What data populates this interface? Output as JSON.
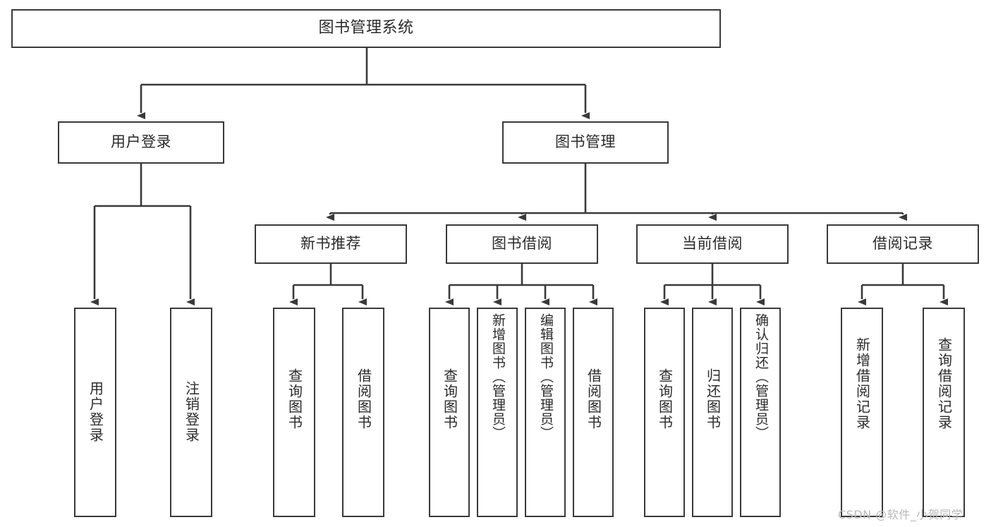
{
  "diagram": {
    "type": "tree",
    "title": "图书管理系统",
    "orientation": "top-down",
    "watermark": "CSDN @软件_小贺同学",
    "colors": {
      "box_border": "#3a3a3a",
      "box_fill": "#ffffff",
      "edge": "#3a3a3a",
      "text": "#2b2b2b",
      "watermark": "#b9b9b9",
      "background": "#ffffff"
    },
    "levels": {
      "root": [
        "图书管理系统"
      ],
      "level2": [
        "用户登录",
        "图书管理"
      ],
      "level3": [
        "新书推荐",
        "图书借阅",
        "当前借阅",
        "借阅记录"
      ]
    },
    "nodes": {
      "root": {
        "label": "图书管理系统"
      },
      "user_login": {
        "label": "用户登录"
      },
      "book_manage": {
        "label": "图书管理"
      },
      "new_book_rec": {
        "label": "新书推荐"
      },
      "book_borrow": {
        "label": "图书借阅"
      },
      "current_borrow": {
        "label": "当前借阅"
      },
      "borrow_record": {
        "label": "借阅记录"
      },
      "leaf_user_login": {
        "label": "用户登录"
      },
      "leaf_logout": {
        "label": "注销登录"
      },
      "leaf_query_book_1": {
        "label": "查询图书"
      },
      "leaf_borrow_book_1": {
        "label": "借阅图书"
      },
      "leaf_query_book_2": {
        "label": "查询图书"
      },
      "leaf_add_book": {
        "label": "新增图书（管理员）"
      },
      "leaf_edit_book": {
        "label": "编辑图书（管理员）"
      },
      "leaf_borrow_book_2": {
        "label": "借阅图书"
      },
      "leaf_query_book_3": {
        "label": "查询图书"
      },
      "leaf_return_book": {
        "label": "归还图书"
      },
      "leaf_confirm_return": {
        "label": "确认归还（管理员）"
      },
      "leaf_add_record": {
        "label": "新增借阅记录"
      },
      "leaf_query_record": {
        "label": "查询借阅记录"
      }
    },
    "edges": [
      {
        "from": "图书管理系统",
        "to": "用户登录"
      },
      {
        "from": "图书管理系统",
        "to": "图书管理"
      },
      {
        "from": "用户登录",
        "to": "用户登录"
      },
      {
        "from": "用户登录",
        "to": "注销登录"
      },
      {
        "from": "图书管理",
        "to": "新书推荐"
      },
      {
        "from": "图书管理",
        "to": "图书借阅"
      },
      {
        "from": "图书管理",
        "to": "当前借阅"
      },
      {
        "from": "图书管理",
        "to": "借阅记录"
      },
      {
        "from": "新书推荐",
        "to": "查询图书"
      },
      {
        "from": "新书推荐",
        "to": "借阅图书"
      },
      {
        "from": "图书借阅",
        "to": "查询图书"
      },
      {
        "from": "图书借阅",
        "to": "新增图书（管理员）"
      },
      {
        "from": "图书借阅",
        "to": "编辑图书（管理员）"
      },
      {
        "from": "图书借阅",
        "to": "借阅图书"
      },
      {
        "from": "当前借阅",
        "to": "查询图书"
      },
      {
        "from": "当前借阅",
        "to": "归还图书"
      },
      {
        "from": "当前借阅",
        "to": "确认归还（管理员）"
      },
      {
        "from": "借阅记录",
        "to": "新增借阅记录"
      },
      {
        "from": "借阅记录",
        "to": "查询借阅记录"
      }
    ]
  }
}
